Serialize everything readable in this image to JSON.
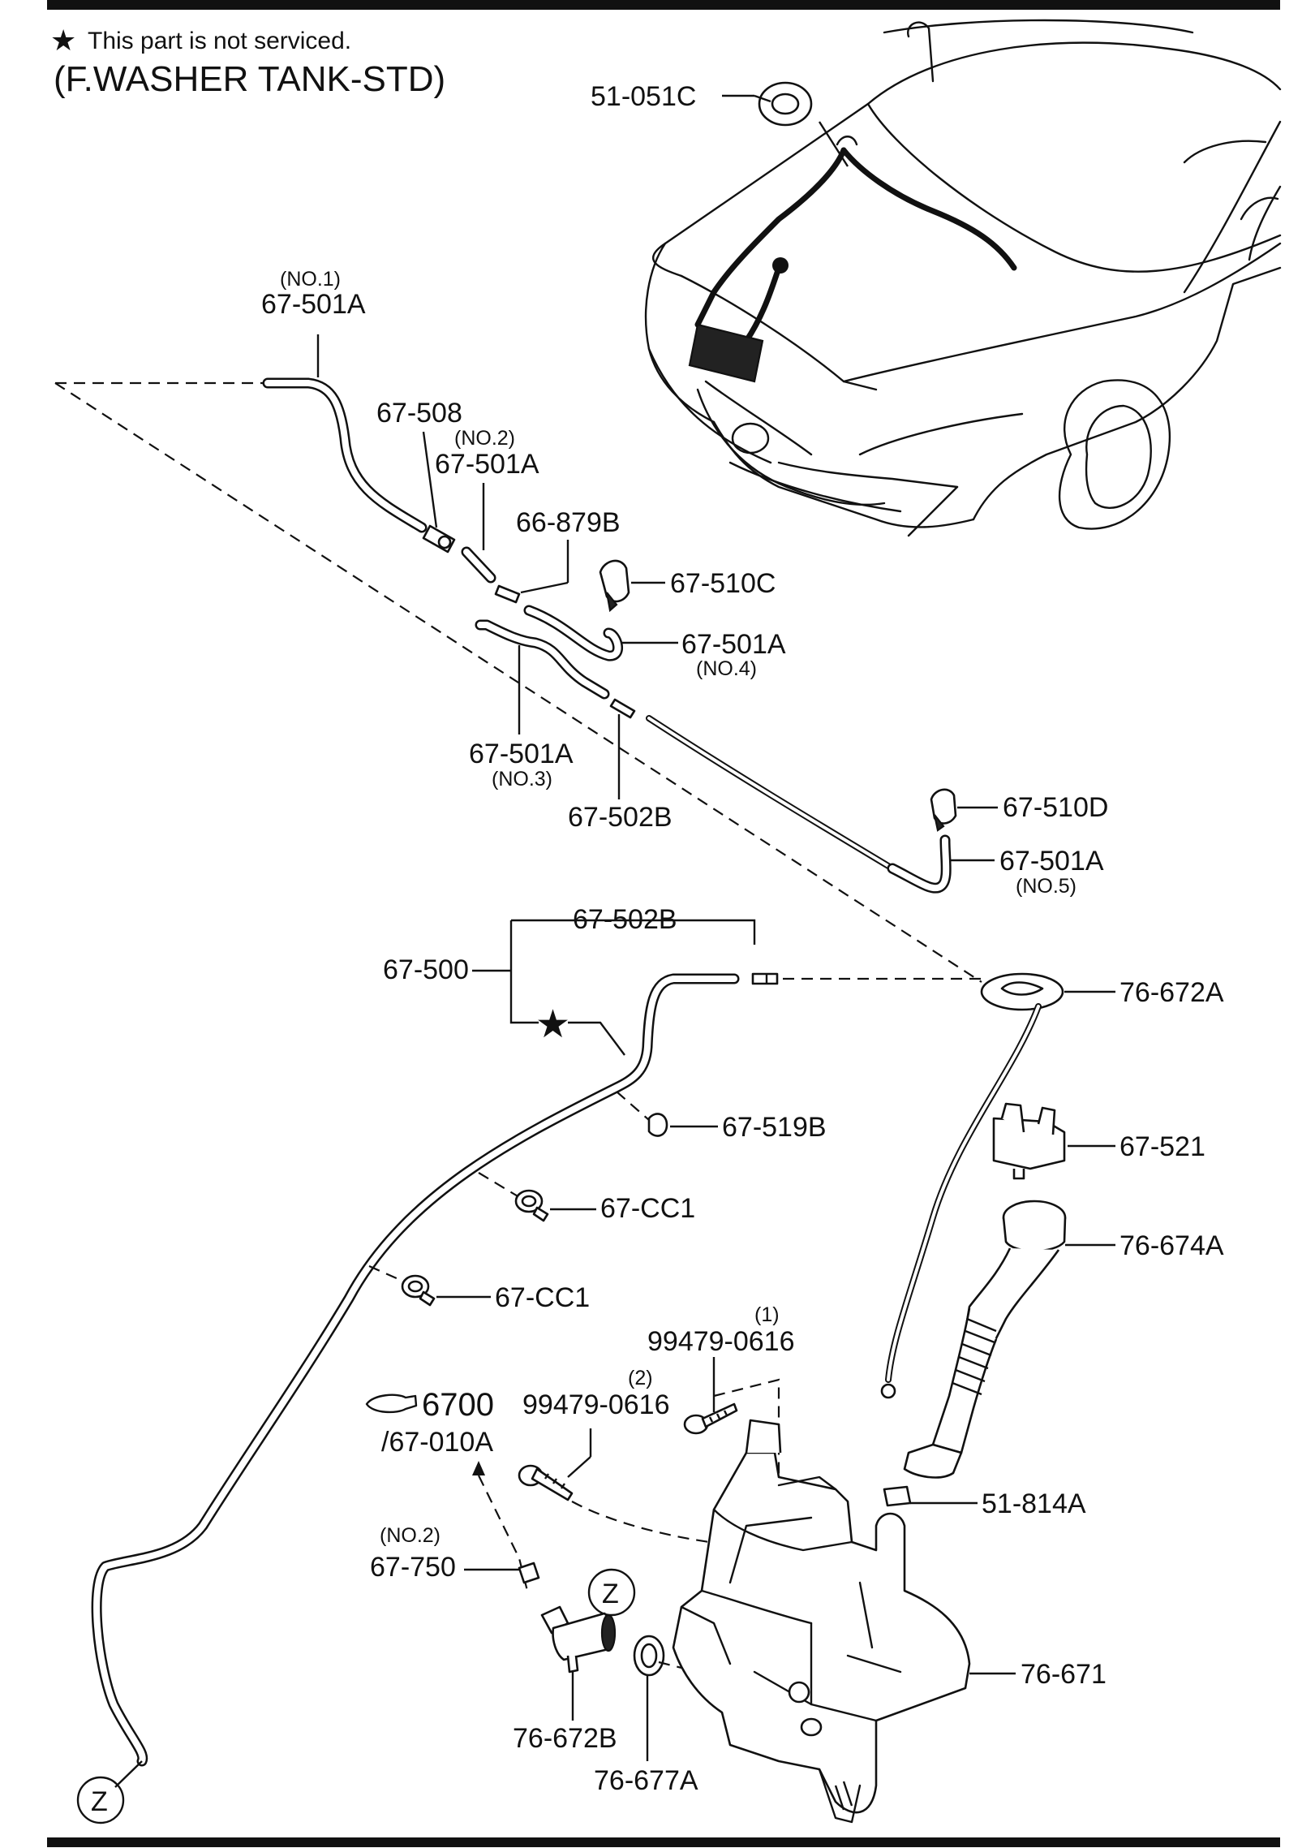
{
  "header": {
    "note_symbol": "★",
    "note_text": "This part is not serviced.",
    "title": "(F.WASHER TANK-STD)"
  },
  "labels": {
    "p51_051C": "51-051C",
    "p67_501A_no1_sub": "(NO.1)",
    "p67_501A_no1": "67-501A",
    "p67_508": "67-508",
    "p67_501A_no2_sub": "(NO.2)",
    "p67_501A_no2": "67-501A",
    "p66_879B": "66-879B",
    "p67_510C": "67-510C",
    "p67_501A_no4": "67-501A",
    "p67_501A_no4_sub": "(NO.4)",
    "p67_501A_no3": "67-501A",
    "p67_501A_no3_sub": "(NO.3)",
    "p67_502B_a": "67-502B",
    "p67_510D": "67-510D",
    "p67_501A_no5": "67-501A",
    "p67_501A_no5_sub": "(NO.5)",
    "p67_502B_b": "67-502B",
    "p67_500": "67-500",
    "p76_672A": "76-672A",
    "p67_519B": "67-519B",
    "p67_521": "67-521",
    "p67_CC1_a": "67-CC1",
    "p76_674A": "76-674A",
    "p67_CC1_b": "67-CC1",
    "p99479_1_sub": "(1)",
    "p99479_1": "99479-0616",
    "p99479_2_sub": "(2)",
    "p99479_2": "99479-0616",
    "ref_number": "6700",
    "ref_sub": "/67-010A",
    "p51_814A": "51-814A",
    "p67_750_sub": "(NO.2)",
    "p67_750": "67-750",
    "p76_671": "76-671",
    "p76_672B": "76-672B",
    "p76_677A": "76-677A",
    "z_marker_top": "Z",
    "z_marker_bottom": "Z",
    "star_mark": "★"
  }
}
